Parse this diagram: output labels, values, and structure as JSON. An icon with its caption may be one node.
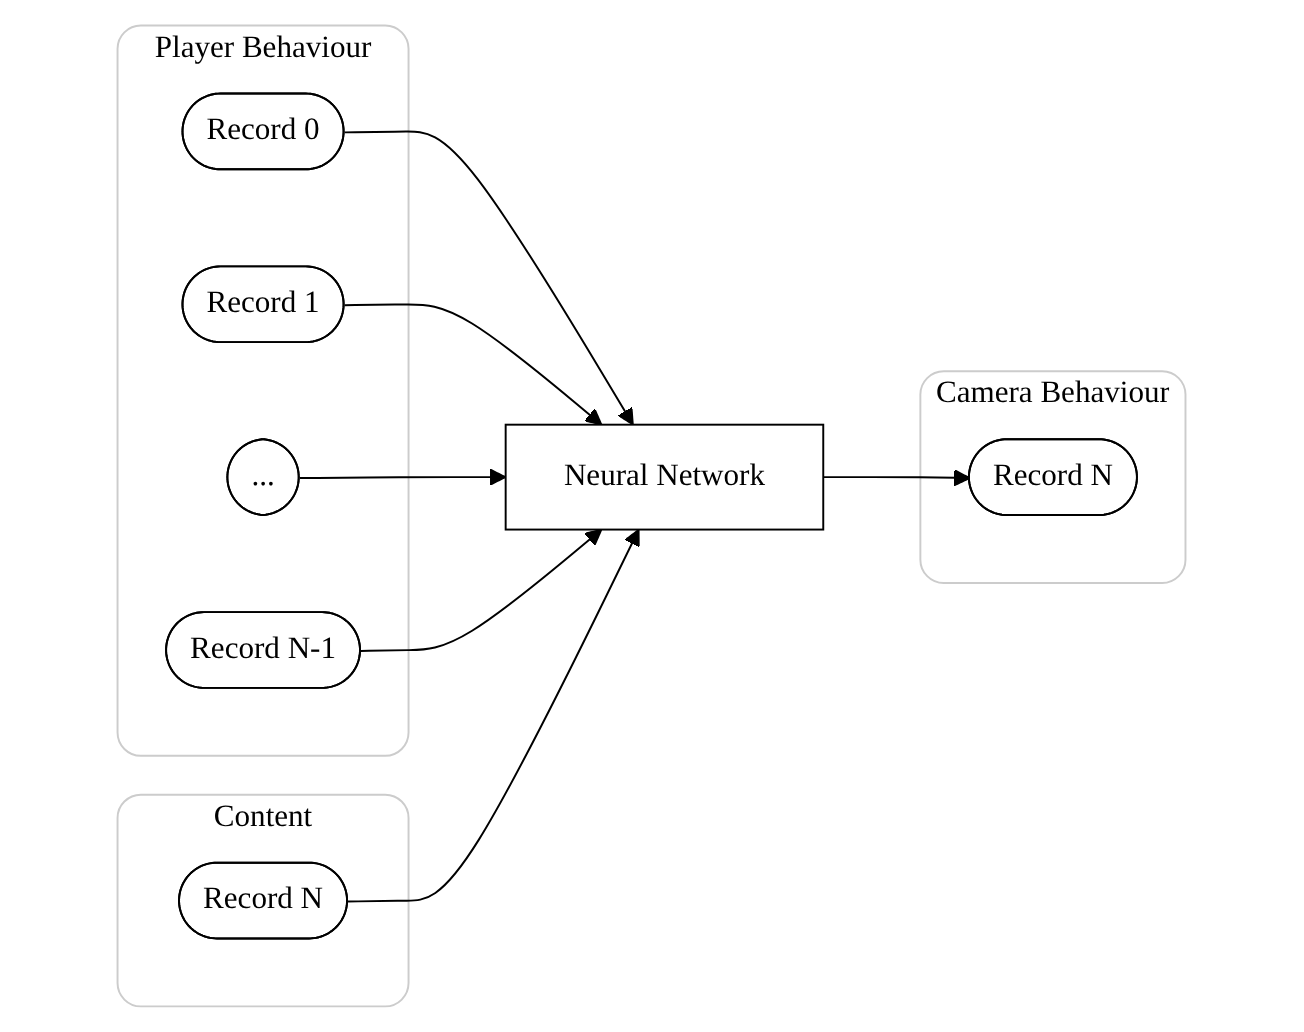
{
  "diagram": {
    "nodes": [
      {
        "text": [
          "Player Behaviour"
        ]
      },
      {
        "text": [
          "Record 0"
        ],
        "in": 0
      },
      {
        "text": [
          "Record 1"
        ],
        "in": 0
      },
      {
        "text": [
          "..."
        ],
        "in": 0
      },
      {
        "text": [
          "Record N-1"
        ],
        "in": 0
      },
      {
        "text": [
          "Content"
        ]
      },
      {
        "text": [
          "Record N"
        ],
        "in": 5
      },
      {
        "text": [
          "Neural Network"
        ]
      },
      {
        "text": [
          "Camera Behaviour"
        ]
      },
      {
        "text": [
          "Record N"
        ],
        "in": 8
      }
    ],
    "edges": [
      {
        "from": 1,
        "to": 7,
        "arrow": "to"
      },
      {
        "from": 2,
        "to": 7,
        "arrow": "to"
      },
      {
        "from": 3,
        "to": 7,
        "arrow": "to"
      },
      {
        "from": 4,
        "to": 7,
        "arrow": "to"
      },
      {
        "from": 6,
        "to": 7,
        "arrow": "to"
      },
      {
        "from": 7,
        "to": 9,
        "arrow": "to"
      }
    ]
  }
}
